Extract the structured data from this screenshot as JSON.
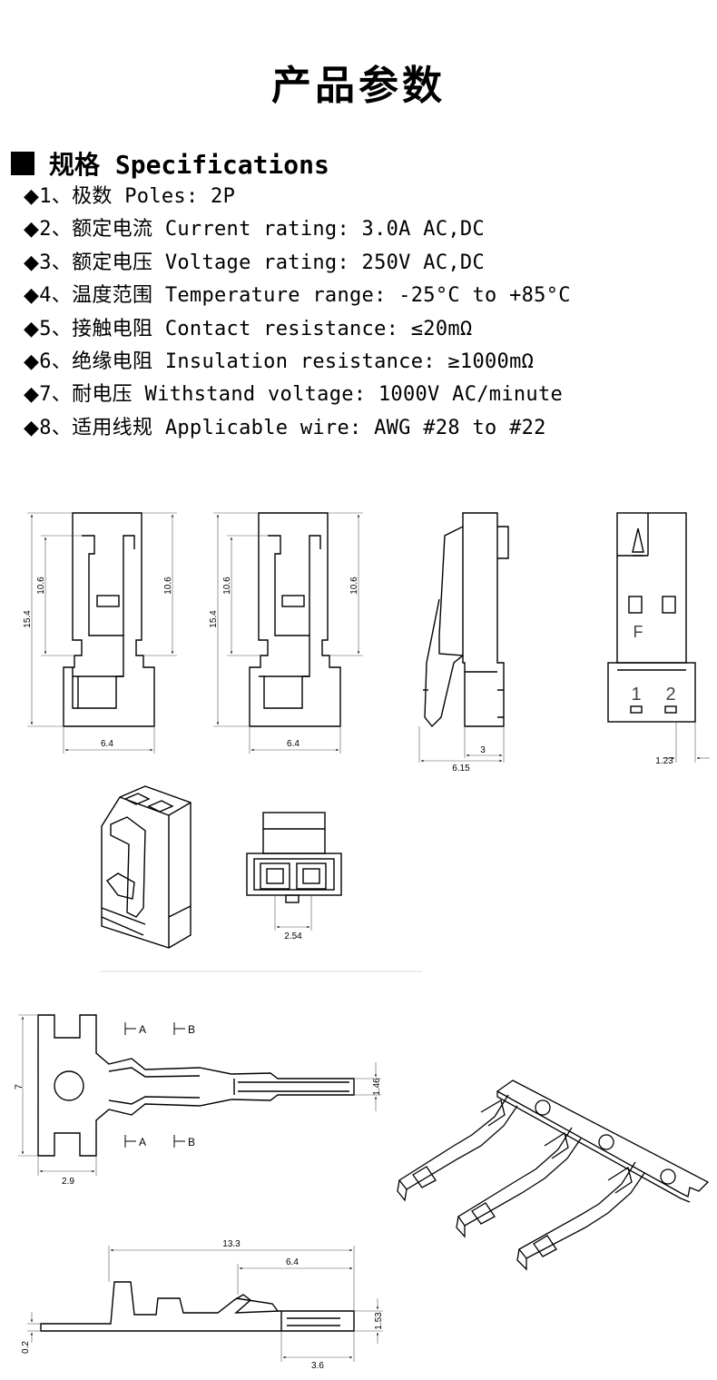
{
  "header": {
    "title": "产品参数"
  },
  "specs": {
    "heading": "规格 Specifications",
    "bullet": "◆",
    "items": [
      "1、极数 Poles: 2P",
      "2、额定电流 Current rating: 3.0A AC,DC",
      "3、额定电压 Voltage rating: 250V AC,DC",
      "4、温度范围 Temperature range: -25°C to +85°C",
      "5、接触电阻 Contact resistance: ≤20mΩ",
      "6、绝缘电阻 Insulation resistance: ≥1000mΩ",
      "7、耐电压 Withstand voltage: 1000V AC/minute",
      "8、适用线规 Applicable wire: AWG #28 to #22"
    ]
  },
  "drawing": {
    "housing_front": {
      "height": "15.4",
      "inner": "10.6",
      "inner_right": "10.6",
      "width": "6.4"
    },
    "housing_back": {
      "height": "15.4",
      "inner": "10.6",
      "inner_right": "10.6",
      "width": "6.4"
    },
    "housing_side": {
      "depth": "3",
      "total": "6.15"
    },
    "housing_face": {
      "pin1": "1",
      "pin2": "2",
      "marking": "F",
      "pitch_offset": "1.23"
    },
    "housing_end": {
      "pitch": "2.54"
    },
    "terminal_top": {
      "height": "7",
      "width": "2.9",
      "tip": "1.46",
      "section_a": "A",
      "section_b": "B"
    },
    "terminal_side": {
      "length": "13.3",
      "crimp": "6.4",
      "box": "3.6",
      "height": "1.53",
      "thickness": "0.2"
    }
  }
}
